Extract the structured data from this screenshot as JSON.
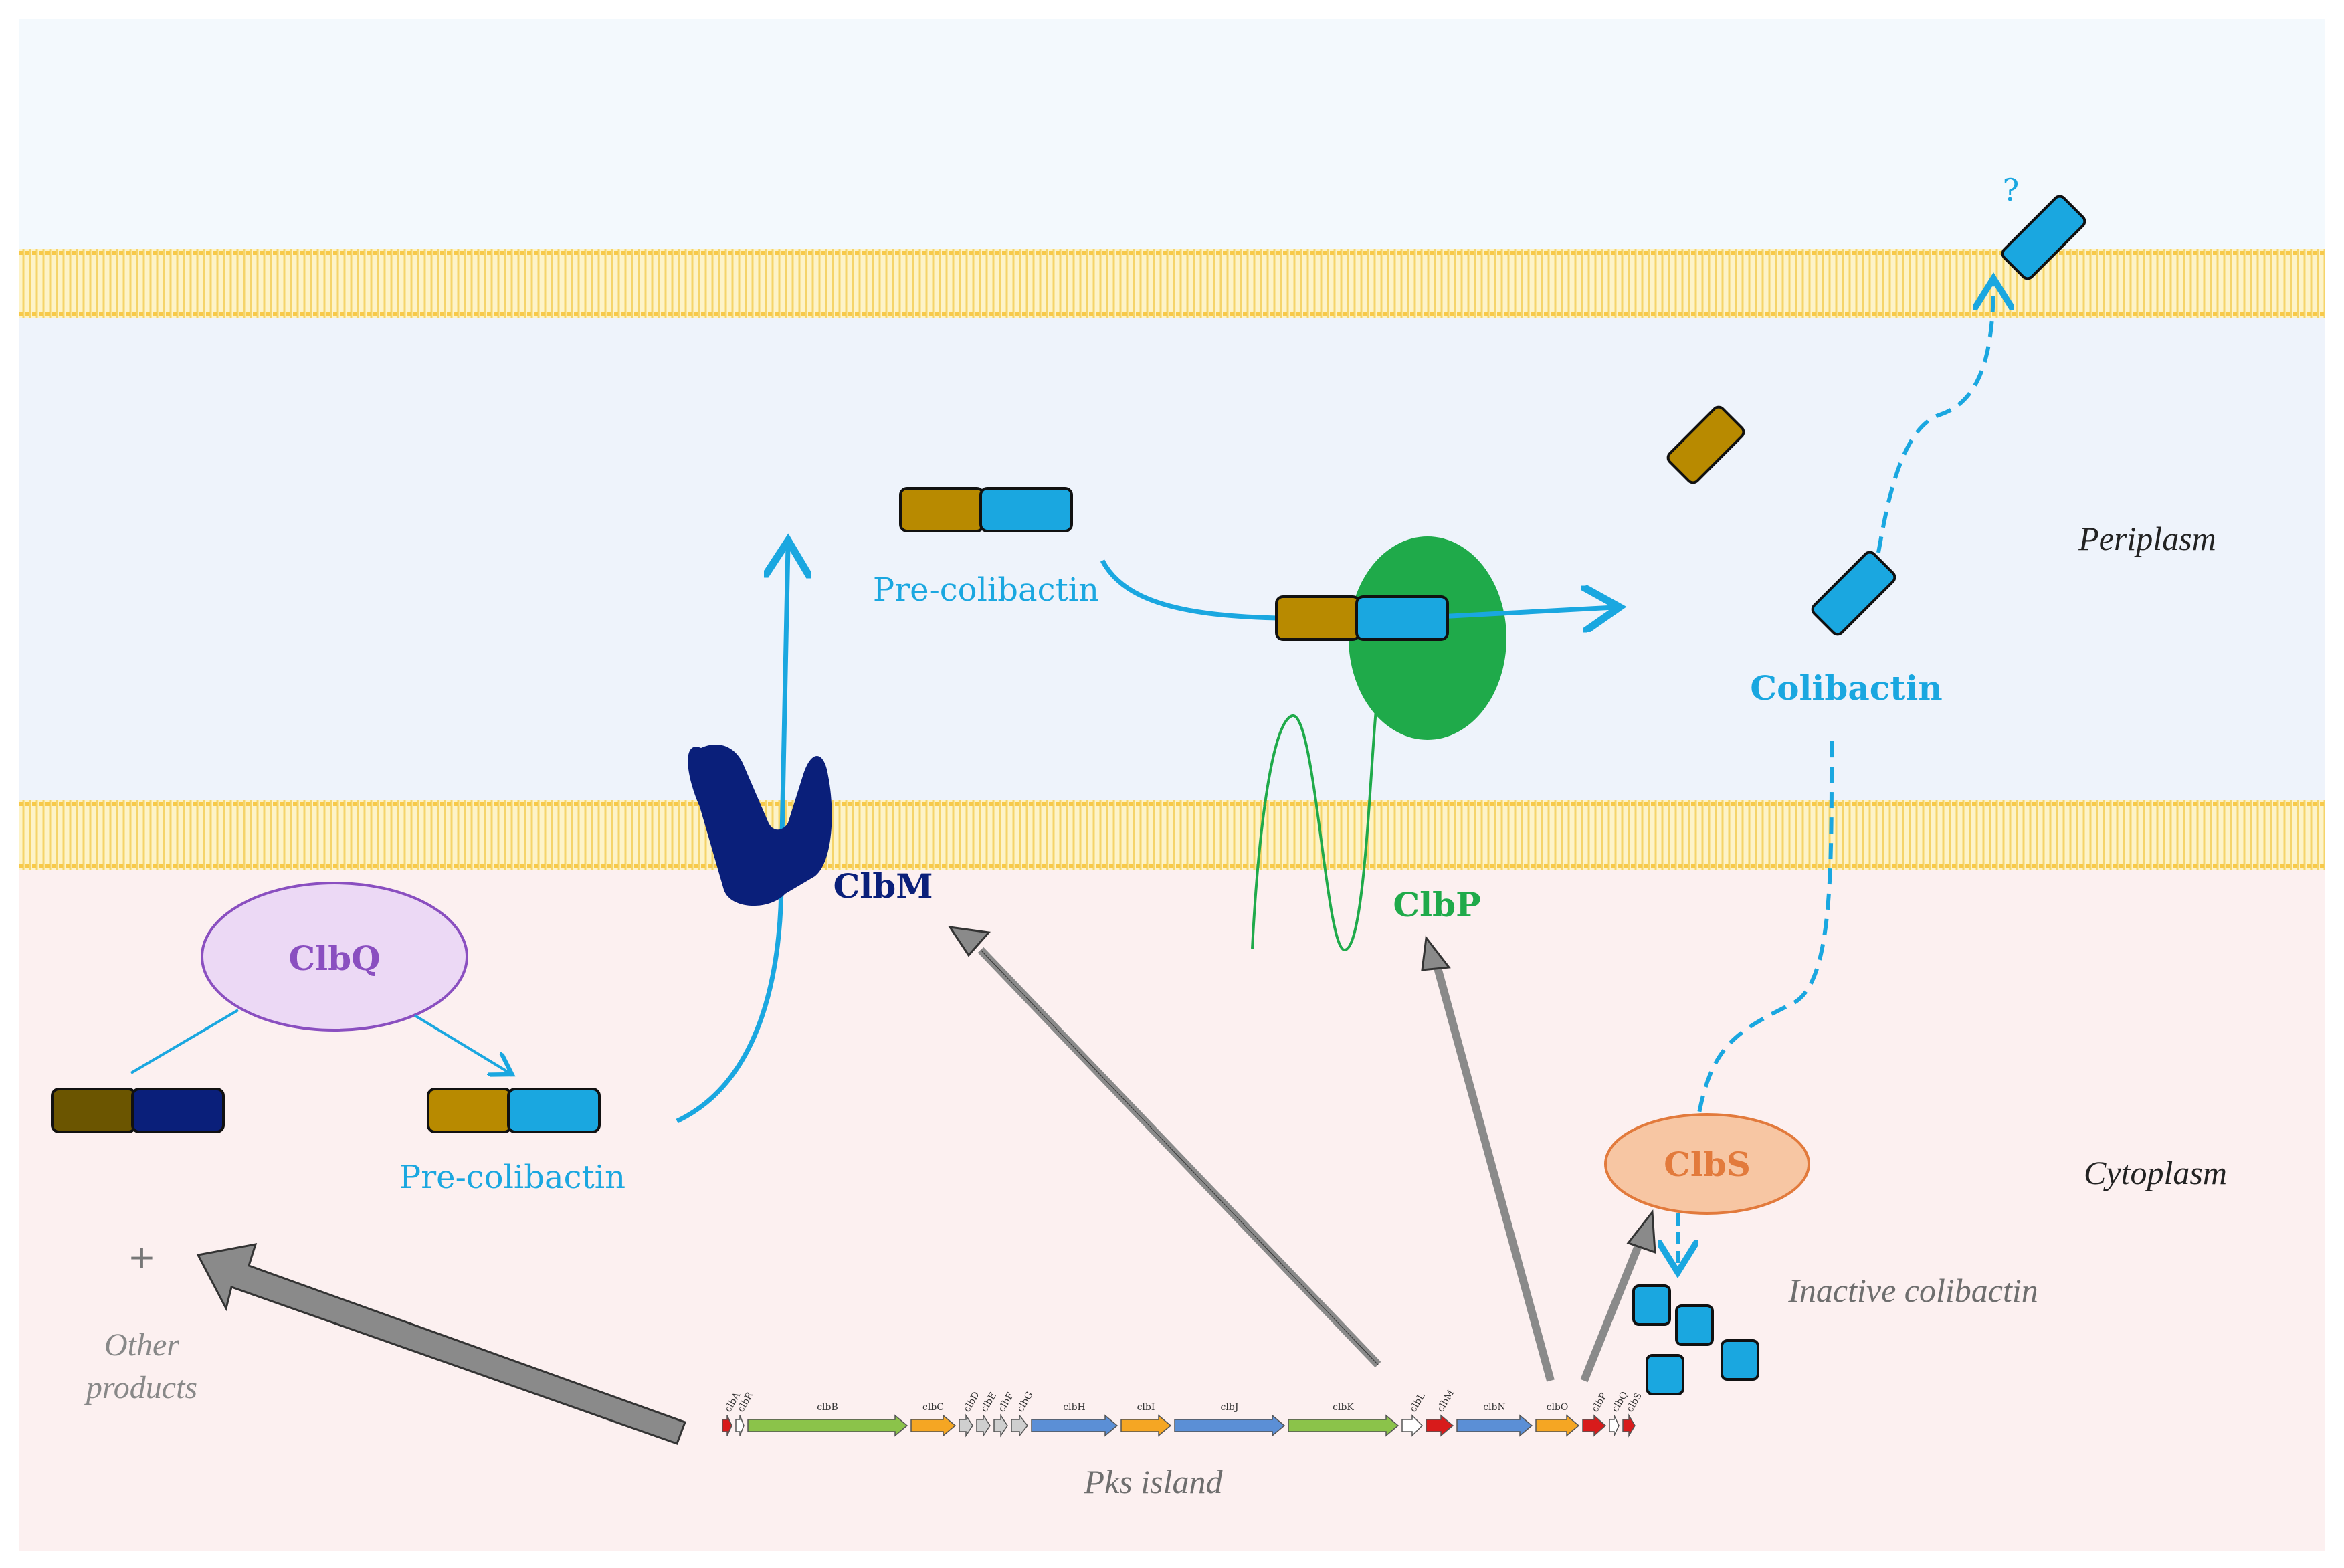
{
  "regions": {
    "periplasm": "Periplasm",
    "cytoplasm": "Cytoplasm"
  },
  "proteins": {
    "clbq": "ClbQ",
    "clbm": "ClbM",
    "clbp": "ClbP",
    "clbs": "ClbS"
  },
  "molecules": {
    "pre_colibactin_cytoplasm": "Pre-colibactin",
    "pre_colibactin_periplasm": "Pre-colibactin",
    "colibactin": "Colibactin",
    "inactive_colibactin": "Inactive colibactin",
    "other_products": [
      "Other",
      "products"
    ],
    "plus": "+",
    "question": "?"
  },
  "pks_island": {
    "label": "Pks island",
    "genes": [
      {
        "name": "clbA",
        "color": "#d81b1b"
      },
      {
        "name": "clbR",
        "color": "#ffffff"
      },
      {
        "name": "clbB",
        "color": "#8bc34a"
      },
      {
        "name": "clbC",
        "color": "#f5a623"
      },
      {
        "name": "clbD",
        "color": "#cfcfcf"
      },
      {
        "name": "clbE",
        "color": "#cfcfcf"
      },
      {
        "name": "clbF",
        "color": "#cfcfcf"
      },
      {
        "name": "clbG",
        "color": "#cfcfcf"
      },
      {
        "name": "clbH",
        "color": "#5b8fd6"
      },
      {
        "name": "clbI",
        "color": "#f5a623"
      },
      {
        "name": "clbJ",
        "color": "#5b8fd6"
      },
      {
        "name": "clbK",
        "color": "#8bc34a"
      },
      {
        "name": "clbL",
        "color": "#ffffff"
      },
      {
        "name": "clbM",
        "color": "#d81b1b"
      },
      {
        "name": "clbN",
        "color": "#5b8fd6"
      },
      {
        "name": "clbO",
        "color": "#f5a623"
      },
      {
        "name": "clbP",
        "color": "#d81b1b"
      },
      {
        "name": "clbQ",
        "color": "#ffffff"
      },
      {
        "name": "clbS",
        "color": "#d81b1b"
      }
    ]
  },
  "colors": {
    "periplasm_bg": "#eef3fb",
    "cytoplasm_bg": "#fcf0f0",
    "outer_bg": "#f3f9fd",
    "membrane": "#fde9a6",
    "cyan": "#1aa7e0",
    "gold": "#b88a00",
    "dark_gold": "#6b5500",
    "navy": "#0a1f7a",
    "clbq_fill": "#ecd9f5",
    "clbq_stroke": "#8a4fc0",
    "clbs_fill": "#f7c6a3",
    "clbs_stroke": "#e27a3c",
    "clbp_green": "#1faa4a",
    "grey_arrow": "#8a8a8a"
  }
}
